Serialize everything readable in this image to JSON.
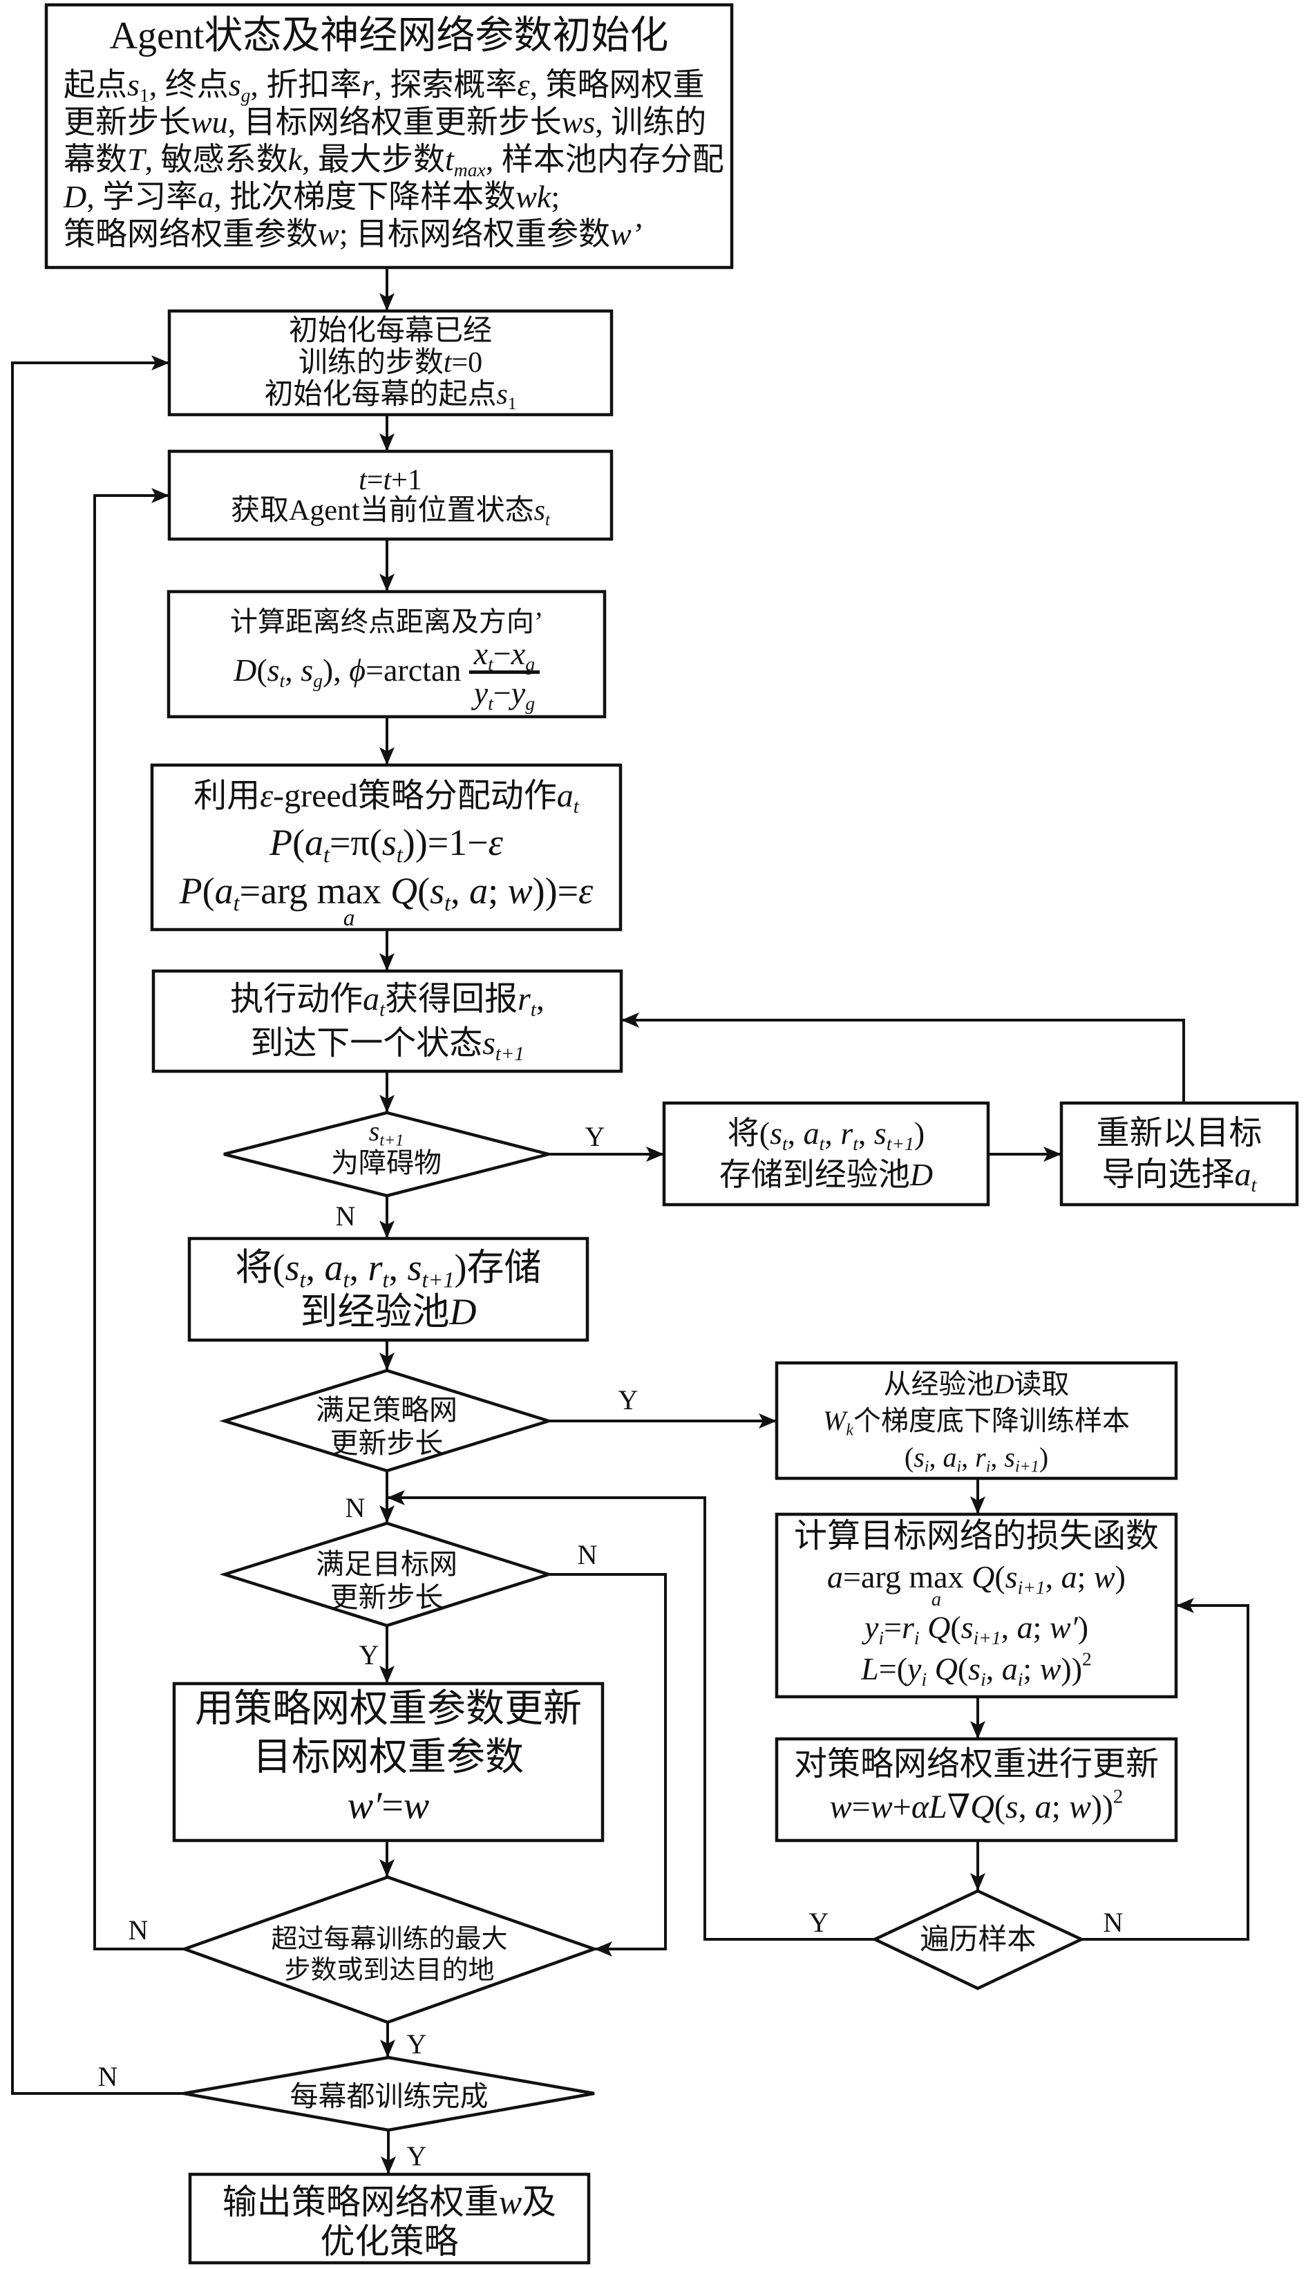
{
  "colors": {
    "ink": "#111111",
    "paper": "#ffffff"
  },
  "nodes": {
    "init_params": {
      "title": "Agent状态及神经网络参数初始化",
      "lines": [
        [
          "起点",
          {
            "i": "s",
            "sub": "1"
          },
          ", 终点",
          {
            "i": "s",
            "sub": "g"
          },
          ", 折扣率",
          {
            "i": "r"
          },
          ", 探索概率",
          {
            "i": "ε"
          },
          ", 策略网权重"
        ],
        [
          "更新步长",
          {
            "i": "wu"
          },
          ", 目标网络权重更新步长",
          {
            "i": "ws"
          },
          ", 训练的"
        ],
        [
          "幕数",
          {
            "i": "T"
          },
          ", 敏感系数",
          {
            "i": "k"
          },
          ", 最大步数",
          {
            "i": "t",
            "sub": "max"
          },
          ", 样本池内存分配"
        ],
        [
          {
            "i": "D"
          },
          ", 学习率",
          {
            "i": "a"
          },
          ", 批次梯度下降样本数",
          {
            "i": "wk"
          },
          ";"
        ],
        [
          "策略网络权重参数",
          {
            "i": "w"
          },
          "; 目标网络权重参数",
          {
            "i": "w’"
          }
        ]
      ]
    },
    "init_episode": {
      "lines": [
        "初始化每幕已经",
        [
          "训练的步数",
          {
            "i": "t"
          },
          "=0"
        ],
        [
          "初始化每幕的起点",
          {
            "i": "s",
            "sub": "1"
          }
        ]
      ]
    },
    "step_increment": {
      "lines": [
        [
          {
            "i": "t"
          },
          "=",
          {
            "i": "t"
          },
          "+1"
        ],
        [
          "获取Agent当前位置状态",
          {
            "i": "s",
            "sub": "t"
          }
        ]
      ]
    },
    "distance_direction": {
      "lines": [
        "计算距离终点距离及方向’",
        [
          {
            "i": "D"
          },
          "(",
          {
            "i": "s",
            "sub": "t"
          },
          ", ",
          {
            "i": "s",
            "sub": "g"
          },
          "), ",
          {
            "i": "ϕ"
          },
          "=arctan",
          {
            "frac": {
              "num": [
                {
                  "i": "x",
                  "sub": "t"
                },
                "−",
                {
                  "i": "x",
                  "sub": "g"
                }
              ],
              "den": [
                {
                  "i": "y",
                  "sub": "t"
                },
                "−",
                {
                  "i": "y",
                  "sub": "g"
                }
              ]
            }
          }
        ]
      ]
    },
    "epsilon_greedy": {
      "lines": [
        [
          "利用",
          {
            "i": "ε"
          },
          "-greed策略分配动作",
          {
            "i": "a",
            "sub": "t"
          }
        ],
        [
          {
            "i": "P"
          },
          "(",
          {
            "i": "a",
            "sub": "t"
          },
          "=π(",
          {
            "i": "s",
            "sub": "t"
          },
          "))=1−",
          {
            "i": "ε"
          }
        ],
        [
          {
            "i": "P"
          },
          "(",
          {
            "i": "a",
            "sub": "t"
          },
          "=arg ",
          {
            "op": "max",
            "under": "a"
          },
          " ",
          {
            "i": "Q"
          },
          "(",
          {
            "i": "s",
            "sub": "t"
          },
          ", ",
          {
            "i": "a"
          },
          "; ",
          {
            "i": "w"
          },
          "))=",
          {
            "i": "ε"
          }
        ]
      ]
    },
    "execute_action": {
      "lines": [
        [
          "执行动作",
          {
            "i": "a",
            "sub": "t"
          },
          "获得回报",
          {
            "i": "r",
            "sub": "t"
          },
          ","
        ],
        [
          "到达下一个状态",
          {
            "i": "s",
            "sub": "t+1"
          }
        ]
      ]
    },
    "obstacle_check": {
      "lines": [
        [
          {
            "i": "s",
            "sub": "t+1"
          }
        ],
        "为障碍物"
      ]
    },
    "store_obstacle": {
      "lines": [
        [
          "将(",
          {
            "i": "s",
            "sub": "t"
          },
          ", ",
          {
            "i": "a",
            "sub": "t"
          },
          ", ",
          {
            "i": "r",
            "sub": "t"
          },
          ", ",
          {
            "i": "s",
            "sub": "t+1"
          },
          ")"
        ],
        [
          "存储到经验池",
          {
            "i": "D"
          }
        ]
      ]
    },
    "reselect_action": {
      "lines": [
        "重新以目标",
        [
          "导向选择",
          {
            "i": "a",
            "sub": "t"
          }
        ]
      ]
    },
    "store_transition": {
      "lines": [
        [
          "将(",
          {
            "i": "s",
            "sub": "t"
          },
          ", ",
          {
            "i": "a",
            "sub": "t"
          },
          ", ",
          {
            "i": "r",
            "sub": "t"
          },
          ", ",
          {
            "i": "s",
            "sub": "t+1"
          },
          ")存储"
        ],
        [
          "到经验池",
          {
            "i": "D"
          }
        ]
      ]
    },
    "policy_update_check": {
      "lines": [
        "满足策略网",
        "更新步长"
      ]
    },
    "sample_batch": {
      "lines": [
        [
          "从经验池",
          {
            "i": "D"
          },
          "读取"
        ],
        [
          {
            "i": "W",
            "sub": "k"
          },
          "个梯度底下降训练样本"
        ],
        [
          "(",
          {
            "i": "s",
            "sub": "i"
          },
          ", ",
          {
            "i": "a",
            "sub": "i"
          },
          ", ",
          {
            "i": "r",
            "sub": "i"
          },
          ", ",
          {
            "i": "s",
            "sub": "i+1"
          },
          ")"
        ]
      ]
    },
    "loss_function": {
      "lines": [
        "计算目标网络的损失函数",
        [
          {
            "i": "a"
          },
          "=arg ",
          {
            "op": "max",
            "under": "a"
          },
          " ",
          {
            "i": "Q"
          },
          "(",
          {
            "i": "s",
            "sub": "i+1"
          },
          ", ",
          {
            "i": "a"
          },
          "; ",
          {
            "i": "w"
          },
          ")"
        ],
        [
          {
            "i": "y",
            "sub": "i"
          },
          "=",
          {
            "i": "r",
            "sub": "i"
          },
          " ",
          {
            "i": "Q"
          },
          "(",
          {
            "i": "s",
            "sub": "i+1"
          },
          ", ",
          {
            "i": "a"
          },
          "; ",
          {
            "i": "w′"
          },
          ")"
        ],
        [
          {
            "i": "L"
          },
          "=(",
          {
            "i": "y",
            "sub": "i"
          },
          " ",
          {
            "i": "Q"
          },
          "(",
          {
            "i": "s",
            "sub": "i"
          },
          ", ",
          {
            "i": "a",
            "sub": "i"
          },
          "; ",
          {
            "i": "w"
          },
          "))",
          {
            "sup": "2"
          }
        ]
      ]
    },
    "target_update_check": {
      "lines": [
        "满足目标网",
        "更新步长"
      ]
    },
    "update_target": {
      "lines": [
        "用策略网权重参数更新",
        "目标网权重参数",
        [
          {
            "i": "w′"
          },
          "=",
          {
            "i": "w"
          }
        ]
      ]
    },
    "update_policy": {
      "lines": [
        "对策略网络权重进行更新",
        [
          {
            "i": "w"
          },
          "=",
          {
            "i": "w"
          },
          "+",
          {
            "i": "αL"
          },
          "∇",
          {
            "i": "Q"
          },
          "(",
          {
            "i": "s"
          },
          ", ",
          {
            "i": "a"
          },
          "; ",
          {
            "i": "w"
          },
          "))",
          {
            "sup": "2"
          }
        ]
      ]
    },
    "traverse_samples": {
      "lines": [
        "遍历样本"
      ]
    },
    "episode_end_check": {
      "lines": [
        "超过每幕训练的最大",
        "步数或到达目的地"
      ]
    },
    "all_episodes_check": {
      "lines": [
        "每幕都训练完成"
      ]
    },
    "output": {
      "lines": [
        [
          "输出策略网络权重",
          {
            "i": "w"
          },
          "及"
        ],
        "优化策略"
      ]
    }
  },
  "edge_labels": {
    "obstacle_yes": "Y",
    "obstacle_no": "N",
    "policy_update_yes": "Y",
    "policy_update_no": "N",
    "target_update_no": "N",
    "target_update_yes": "Y",
    "episode_end_no": "N",
    "episode_end_yes": "Y",
    "traverse_yes": "Y",
    "traverse_no": "N",
    "all_episodes_no": "N",
    "all_episodes_yes": "Y"
  }
}
